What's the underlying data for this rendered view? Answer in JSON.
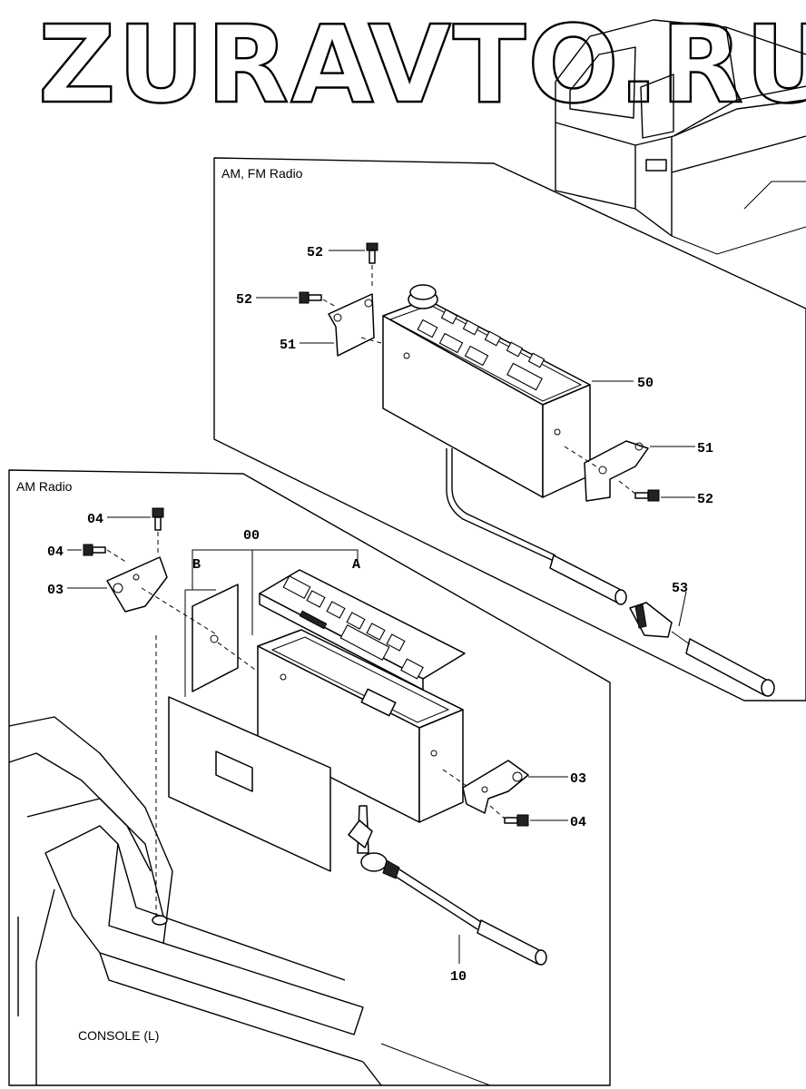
{
  "watermark": "ZURAVTO.RU",
  "sections": {
    "am_fm": {
      "title": "AM, FM  Radio"
    },
    "am": {
      "title": "AM  Radio"
    },
    "console": {
      "label": "CONSOLE (L)"
    }
  },
  "callouts": {
    "c52a": "52",
    "c52b": "52",
    "c51a": "51",
    "c50": "50",
    "c51b": "51",
    "c52c": "52",
    "c53": "53",
    "c04a": "04",
    "c04b": "04",
    "c03a": "03",
    "c00": "00",
    "cB": "B",
    "cA": "A",
    "c03b": "03",
    "c04c": "04",
    "c10": "10"
  }
}
